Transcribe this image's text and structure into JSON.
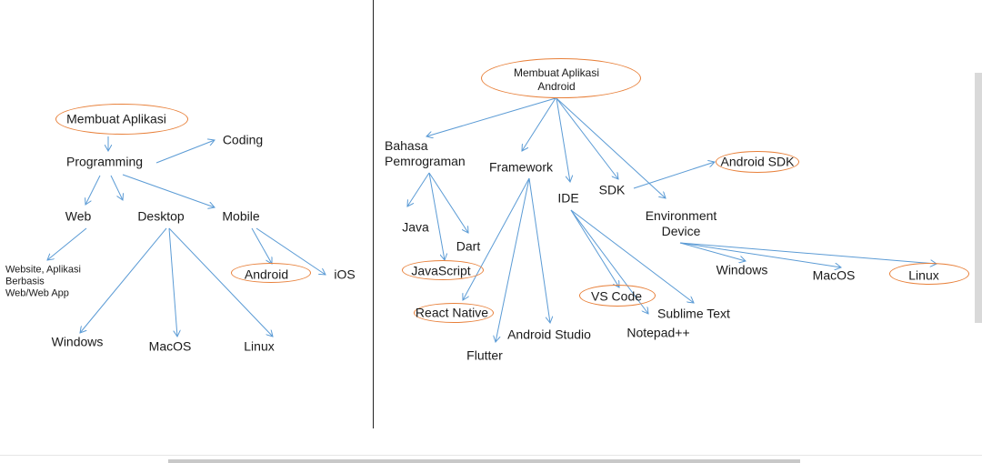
{
  "colors": {
    "edge": "#5b9bd5",
    "oval": "#e8803a",
    "text": "#1a1a1a"
  },
  "nodes": {
    "l_root": "Membuat Aplikasi",
    "l_programming": "Programming",
    "l_coding": "Coding",
    "l_web": "Web",
    "l_desktop": "Desktop",
    "l_mobile": "Mobile",
    "l_website": "Website, Aplikasi\nBerbasis\nWeb/Web App",
    "l_android": "Android",
    "l_ios": "iOS",
    "l_windows": "Windows",
    "l_macos": "MacOS",
    "l_linux": "Linux",
    "r_root": "Membuat Aplikasi\nAndroid",
    "r_bahasa": "Bahasa\nPemrograman",
    "r_framework": "Framework",
    "r_ide": "IDE",
    "r_sdk": "SDK",
    "r_env": "Environment\nDevice",
    "r_android_sdk": "Android SDK",
    "r_java": "Java",
    "r_dart": "Dart",
    "r_javascript": "JavaScript",
    "r_react_native": "React Native",
    "r_flutter": "Flutter",
    "r_android_studio": "Android Studio",
    "r_vs_code": "VS Code",
    "r_sublime": "Sublime Text",
    "r_notepad": "Notepad++",
    "r_windows": "Windows",
    "r_macos": "MacOS",
    "r_linux": "Linux"
  }
}
